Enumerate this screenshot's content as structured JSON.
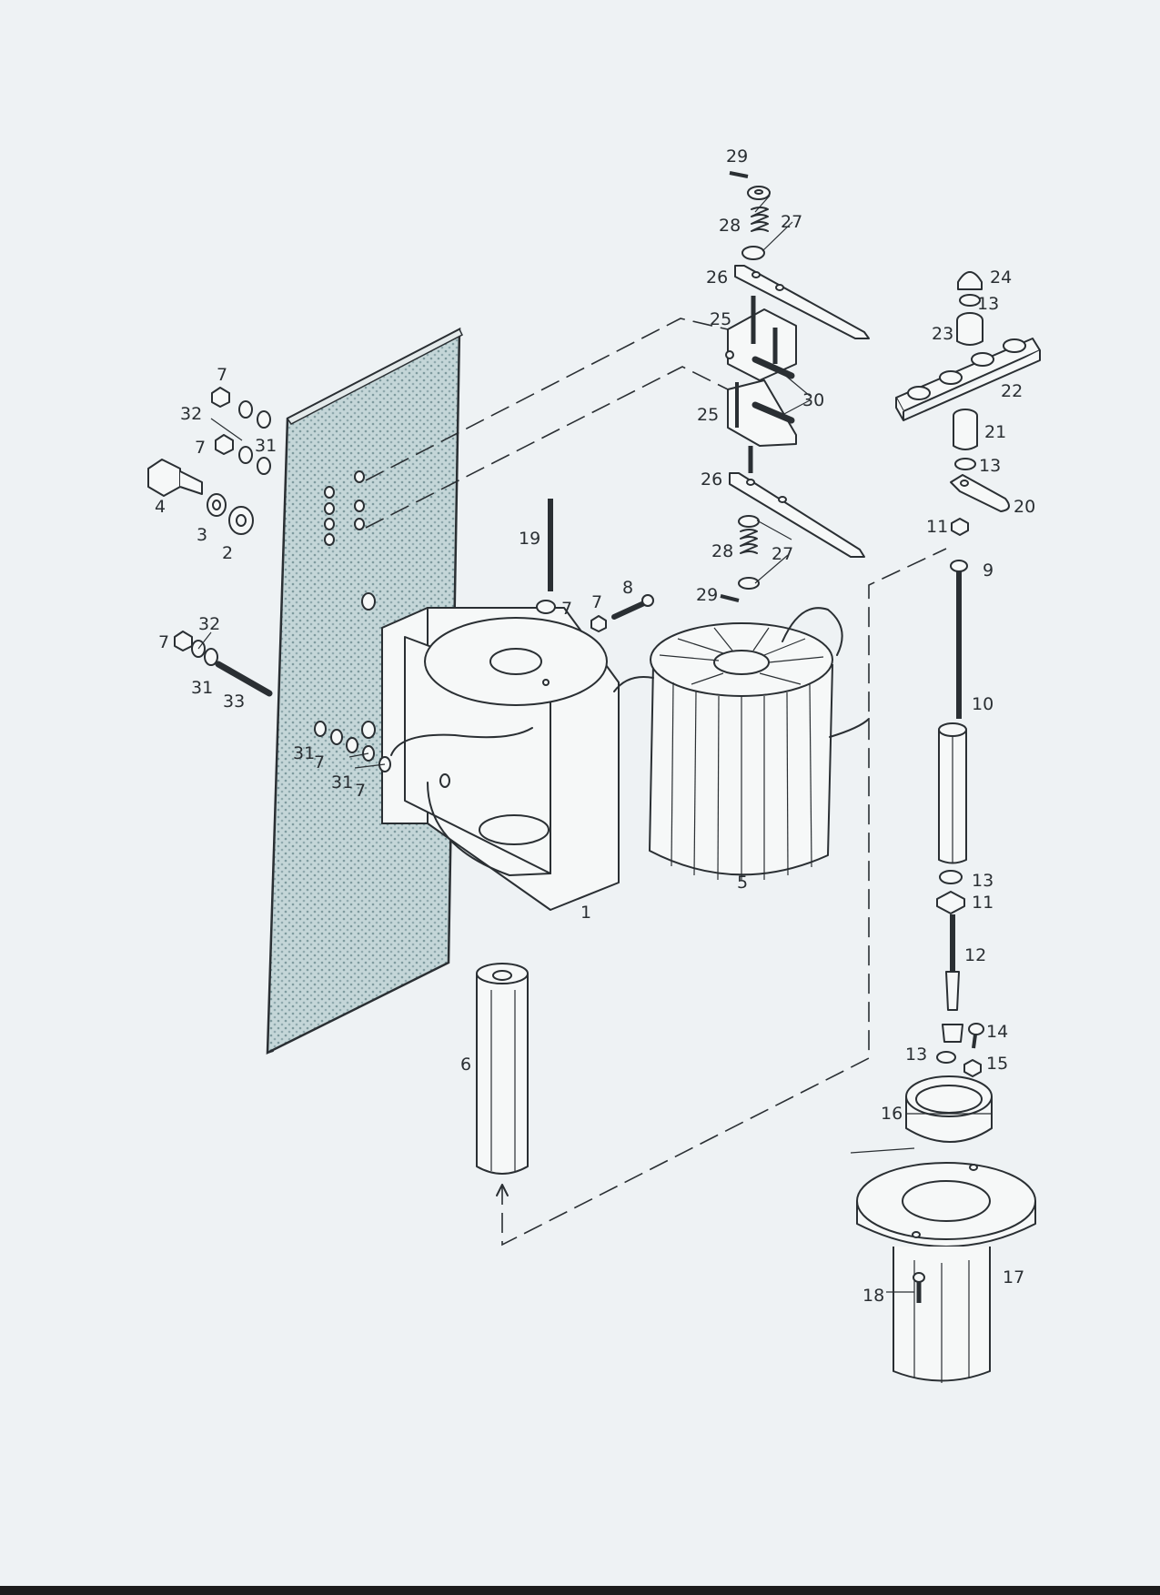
{
  "diagram": {
    "colors": {
      "ink": "#2a2f33",
      "paper": "#eef2f4",
      "plate": "#b9cfd2"
    },
    "labels": {
      "l1": "1",
      "l2": "2",
      "l3": "3",
      "l4": "4",
      "l5": "5",
      "l6": "6",
      "l7": "7",
      "l8": "8",
      "l9": "9",
      "l10": "10",
      "l11": "11",
      "l12": "12",
      "l13": "13",
      "l14": "14",
      "l15": "15",
      "l16": "16",
      "l17": "17",
      "l18": "18",
      "l19": "19",
      "l20": "20",
      "l21": "21",
      "l22": "22",
      "l23": "23",
      "l24": "24",
      "l25": "25",
      "l26": "26",
      "l27": "27",
      "l28": "28",
      "l29": "29",
      "l30": "30",
      "l31": "31",
      "l32": "32",
      "l33": "33"
    }
  }
}
